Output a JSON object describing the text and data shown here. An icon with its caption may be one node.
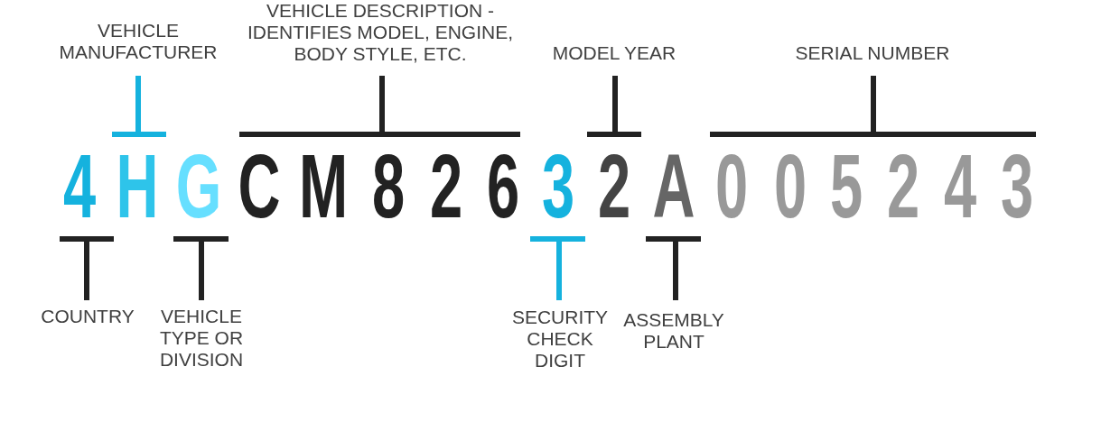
{
  "diagram": {
    "labels": [
      "VEHICLE MANUFACTURER",
      "VEHICLE DESCRIPTION - IDENTIFIES MODEL, ENGINE, BODY STYLE, ETC.",
      "MODEL YEAR",
      "SERIAL NUMBER",
      "4",
      "H",
      "G",
      "C",
      "M",
      "8",
      "2",
      "6",
      "3",
      "2",
      "A",
      "0",
      "0",
      "5",
      "2",
      "4",
      "3",
      "COUNTRY",
      "VEHICLE TYPE OR DIVISION",
      "SECURITY CHECK DIGIT",
      "ASSEMBLY PLANT"
    ]
  }
}
